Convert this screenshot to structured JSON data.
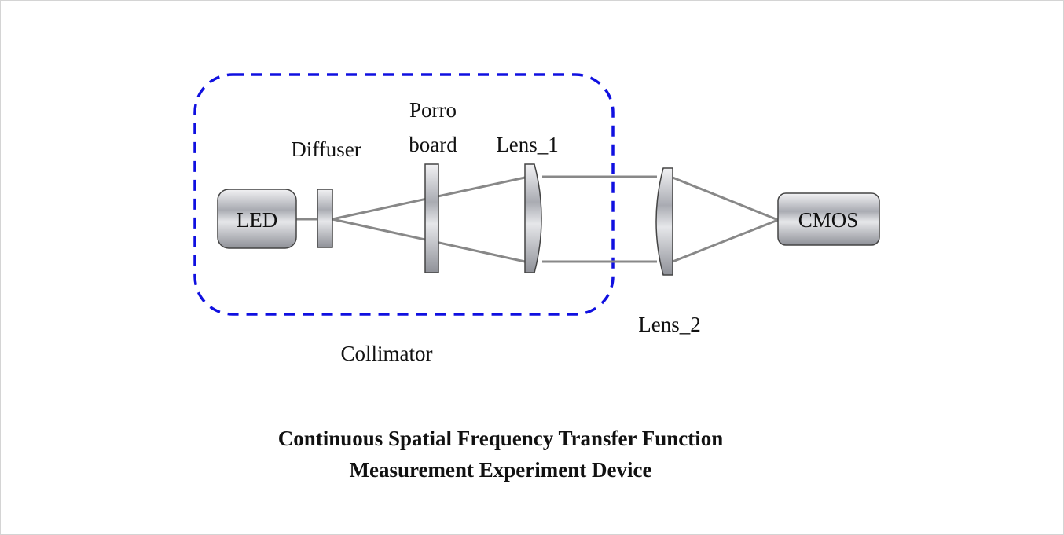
{
  "diagram": {
    "components": {
      "led": "LED",
      "diffuser": "Diffuser",
      "porro_line1": "Porro",
      "porro_line2": "board",
      "lens1": "Lens_1",
      "lens2": "Lens_2",
      "cmos": "CMOS",
      "collimator": "Collimator"
    },
    "colors": {
      "collimator_outline": "#1010e0",
      "ray": "#888888"
    }
  },
  "caption": {
    "line1": "Continuous Spatial Frequency Transfer Function",
    "line2": "Measurement Experiment Device"
  }
}
